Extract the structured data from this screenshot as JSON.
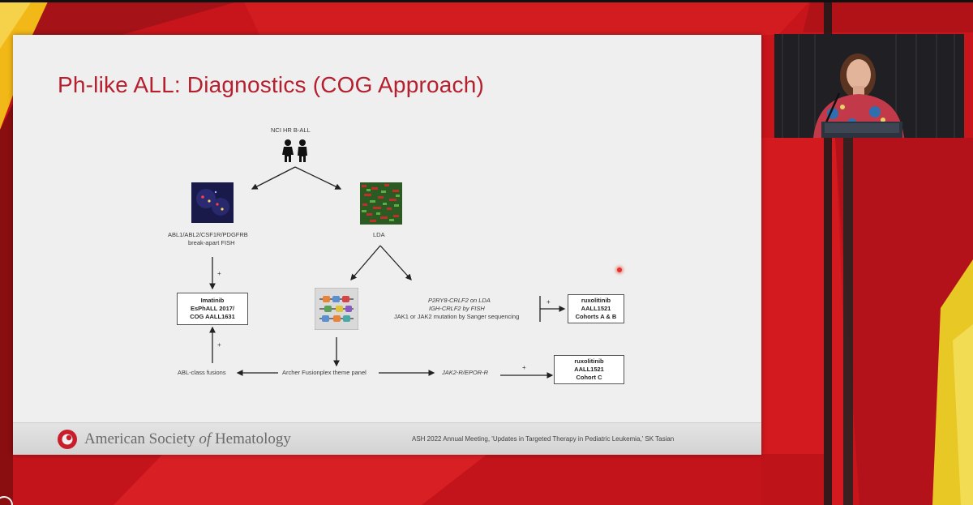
{
  "slide": {
    "title": "Ph-like ALL: Diagnostics (COG Approach)",
    "diagram": {
      "root_label": "NCI HR B-ALL",
      "left_label_line1": "ABL1/ABL2/CSF1R/PDGFRB",
      "left_label_line2": "break-apart FISH",
      "right_label": "LDA",
      "crlf2_line1": "P2RY8-CRLF2 on LDA",
      "crlf2_line2": "IGH-CRLF2 by FISH",
      "crlf2_line3": "JAK1 or JAK2 mutation by Sanger sequencing",
      "abl_fusions_label": "ABL-class fusions",
      "archer_label": "Archer Fusionplex theme panel",
      "jak2_label": "JAK2-R/EPOR-R",
      "plus_sign": "+",
      "box_imatinib": [
        "Imatinib",
        "EsPhALL 2017/",
        "COG AALL1631"
      ],
      "box_rux_ab": [
        "ruxolitinib",
        "AALL1521",
        "Cohorts A & B"
      ],
      "box_rux_c": [
        "ruxolitinib",
        "AALL1521",
        "Cohort C"
      ]
    },
    "footer": {
      "org_part1": "American Society ",
      "org_part2": "of",
      "org_part3": " Hematology",
      "caption": "ASH 2022 Annual Meeting, 'Updates in Targeted Therapy in Pediatric Leukemia,' SK Tasian"
    }
  },
  "colors": {
    "background_red": "#c8151b",
    "title_red": "#b51f2e",
    "slide_bg": "#efefef",
    "laser": "#e8312a"
  },
  "icons": {
    "children": "two-children-icon",
    "fish_image": "fish-microscopy-image",
    "lda_image": "lda-heatmap-image",
    "panel_image": "fusion-panel-image",
    "ash_logo": "ash-logo-icon"
  }
}
